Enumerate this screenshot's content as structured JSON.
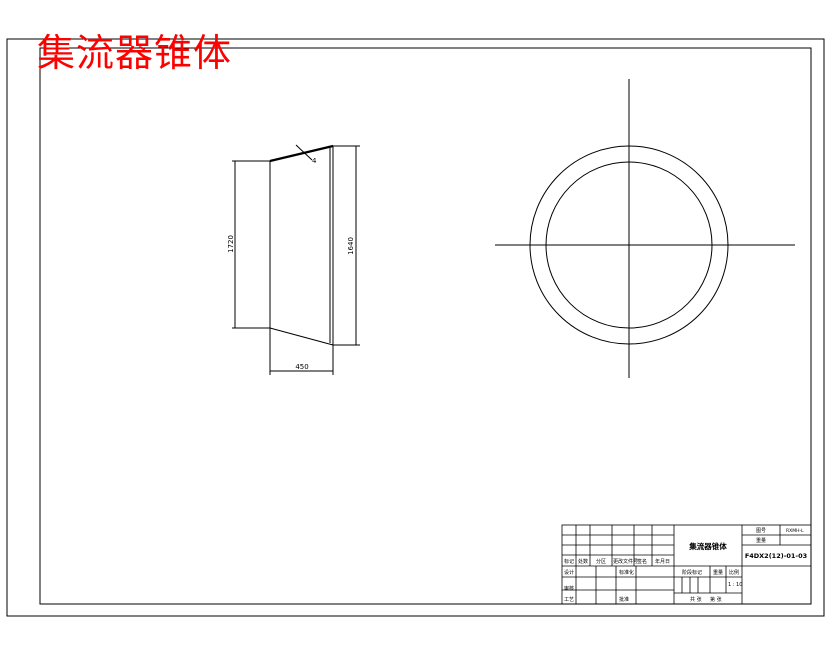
{
  "overlay_title": "集流器锥体",
  "accent_color": "#ff0000",
  "line_color": "#000000",
  "front_view": {
    "dim_height_small": "1720",
    "dim_height_large": "1640",
    "dim_length": "450",
    "leader_label": "4"
  },
  "title_block": {
    "part_name": "集流器锥体",
    "drawing_number": "F4DX2(12)-01-03",
    "top_right_labels": [
      "图号",
      "RXMH-L",
      "重量"
    ],
    "revision_headers": [
      "标记",
      "处数",
      "分区",
      "更改文件号",
      "签名",
      "年月日"
    ],
    "sign_labels": [
      "设计",
      "标准化",
      "审核",
      "工艺",
      "批准"
    ],
    "stage_labels": [
      "阶段标记",
      "重量",
      "比例"
    ],
    "scale": "1 : 10",
    "sheet_labels": [
      "共 张",
      "第 张"
    ]
  }
}
